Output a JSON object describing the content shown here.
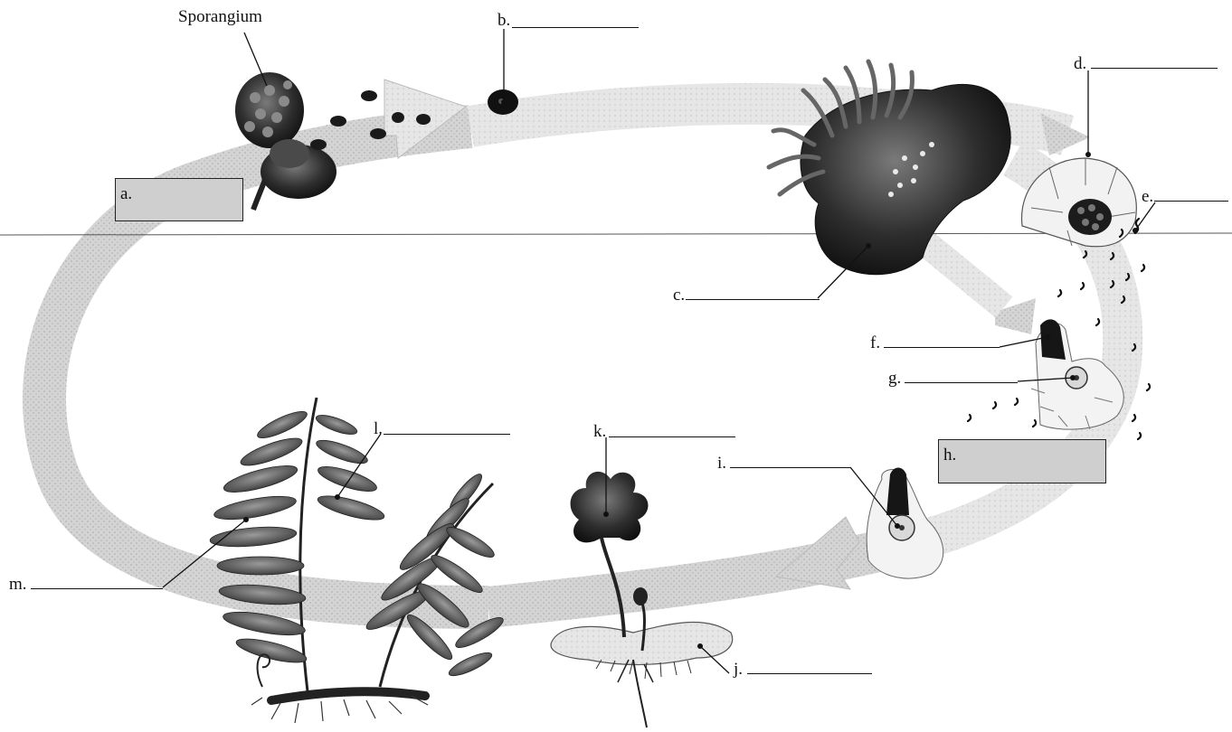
{
  "diagram": {
    "sporangium_label": "Sporangium",
    "labels": {
      "a": "a.",
      "b": "b.",
      "c": "c.",
      "d": "d.",
      "e": "e.",
      "f": "f.",
      "g": "g.",
      "h": "h.",
      "i": "i.",
      "j": "j.",
      "k": "k.",
      "l": "l.",
      "m": "m."
    }
  }
}
